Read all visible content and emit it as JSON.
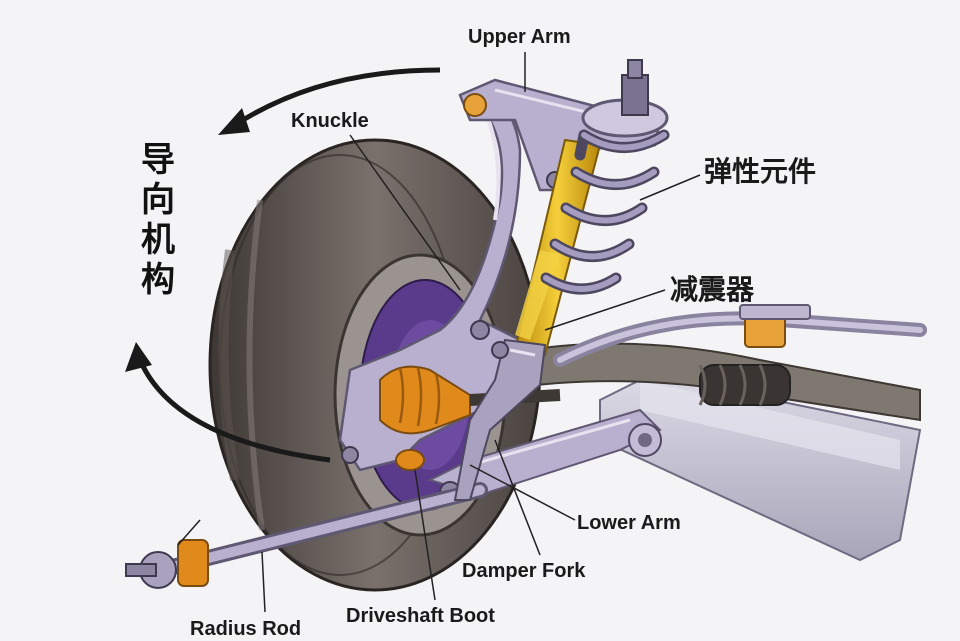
{
  "labels": {
    "upper_arm": "Upper Arm",
    "knuckle": "Knuckle",
    "elastic_element": "弹性元件",
    "shock_absorber": "减震器",
    "lower_arm": "Lower Arm",
    "damper_fork": "Damper Fork",
    "radius_rod": "Radius Rod",
    "driveshaft_boot": "Driveshaft Boot",
    "guide_mechanism": [
      "导",
      "向",
      "机",
      "构"
    ]
  },
  "colors": {
    "tire_dark": "#4a4340",
    "tire_mid": "#6e6561",
    "tire_light": "#948b86",
    "arm_lavender": "#b9b0cf",
    "arm_shadow": "#8c82a8",
    "spring": "#7d7490",
    "damper_yellow": "#e3b21a",
    "boot_orange": "#e08a1c",
    "hub_purple": "#5a3a8a",
    "frame_grey": "#c7c4d2",
    "arrow": "#1a1a1a"
  }
}
